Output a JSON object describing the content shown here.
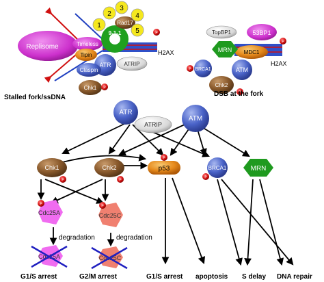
{
  "panels": {
    "stalled_fork": {
      "caption": "Stalled fork/ssDNA",
      "numbers": [
        "1",
        "2",
        "3",
        "4",
        "5"
      ],
      "labels": {
        "rad17": "Rad17",
        "nine11": "9-1-1",
        "replisome": "Replisome",
        "timeless": "Timeless",
        "tipin": "Tipin",
        "claspin": "Claspin",
        "atr": "ATR",
        "atrip": "ATRIP",
        "chk1": "Chk1",
        "h2ax": "H2AX",
        "p": "P"
      }
    },
    "dsb": {
      "caption": "DSB at the fork",
      "labels": {
        "topbp1": "TopBP1",
        "bp53": "53BP1",
        "mrn": "MRN",
        "mdc1": "MDC1",
        "brca1": "BRCA1",
        "atm": "ATM",
        "chk2": "Chk2",
        "h2ax": "H2AX",
        "p": "P"
      }
    }
  },
  "pathway": {
    "atr": "ATR",
    "atrip": "ATRIP",
    "atm": "ATM",
    "chk1": "Chk1",
    "chk2": "Chk2",
    "p53": "p53",
    "brca1": "BRCA1",
    "mrn": "MRN",
    "cdc25a": "Cdc25A",
    "cdc25c": "Cdc25C",
    "degradation": "degradation",
    "p": "P"
  },
  "outcomes": {
    "g1s_left": "G1/S arrest",
    "g2m": "G2/M arrest",
    "g1s_mid": "G1/S arrest",
    "apoptosis": "apoptosis",
    "sdelay": "S delay",
    "dnarepair": "DNA repair"
  },
  "colors": {
    "replisome": "#d63fd6",
    "yellow": "#f5e81e",
    "green": "#1fa01f",
    "brown": "#8b5a2b",
    "blue": "#4a6fd0",
    "orange": "#e88a1a",
    "red": "#d01010",
    "pink": "#f06cf0",
    "salmon": "#f08070"
  }
}
